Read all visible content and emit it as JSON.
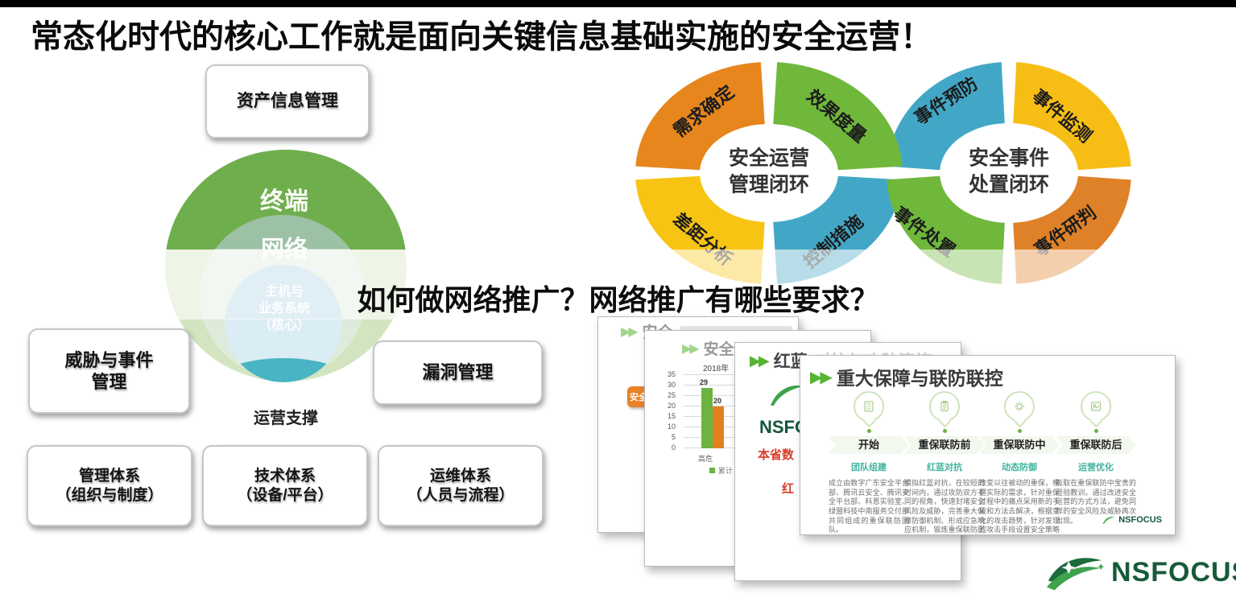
{
  "glyphs": {
    "chevrons": "▶▶"
  },
  "header": {
    "title": "常态化时代的核心工作就是面向关键信息基础实施的安全运营！"
  },
  "overlay": {
    "headline": "如何做网络推广？网络推广有哪些要求？"
  },
  "left_diagram": {
    "asset_box": "资产信息管理",
    "ring_labels": {
      "outer": "终端",
      "middle": "网络",
      "inner": [
        "主机与",
        "业务系统",
        "（核心）"
      ]
    },
    "colors": {
      "outer": "#6FAE4C",
      "outer_faded": "#D2E5C0",
      "middle": "#9CC1A4",
      "middle_faded": "#DEEBDA",
      "inner": "#ADD2E5",
      "inner_faded": "#DAECF4",
      "inner_accent": "#49B4C3"
    },
    "threat_box": [
      "威胁与事件",
      "管理"
    ],
    "vuln_box": "漏洞管理",
    "support_label": "运营支撑",
    "bottom_boxes": [
      [
        "管理体系",
        "（组织与制度）"
      ],
      [
        "技术体系",
        "（设备/平台）"
      ],
      [
        "运维体系",
        "（人员与流程）"
      ]
    ]
  },
  "donuts": [
    {
      "center": [
        "安全运营",
        "管理闭环"
      ],
      "segments": [
        {
          "quadrant": "tl",
          "label": "需求确定",
          "color": "#E6861C"
        },
        {
          "quadrant": "tr",
          "label": "效果度量",
          "color": "#70B83C"
        },
        {
          "quadrant": "bl",
          "label": "差距分析",
          "color": "#F7C413"
        },
        {
          "quadrant": "br",
          "label": "控制措施",
          "color": "#42A7C6"
        }
      ]
    },
    {
      "center": [
        "安全事件",
        "处置闭环"
      ],
      "segments": [
        {
          "quadrant": "tl",
          "label": "事件预防",
          "color": "#42A7C6"
        },
        {
          "quadrant": "tr",
          "label": "事件监测",
          "color": "#F6BE15"
        },
        {
          "quadrant": "bl",
          "label": "事件处置",
          "color": "#70B83C"
        },
        {
          "quadrant": "br",
          "label": "事件研判",
          "color": "#DF8128"
        }
      ]
    }
  ],
  "cards": [
    {
      "title_visible": "安全",
      "button_label": "安全评估"
    },
    {
      "title_visible": "安全",
      "chart": {
        "type": "bar",
        "title": "2018年",
        "ymax": 35,
        "yticks": [
          "35",
          "30",
          "25",
          "20",
          "15",
          "10",
          "5",
          "0"
        ],
        "bars": [
          {
            "label": "29",
            "value": 29,
            "color": "#6CB33F"
          },
          {
            "label": "20",
            "value": 20,
            "color": "#E2801F"
          }
        ],
        "category": "高危",
        "legend": "累计"
      }
    },
    {
      "title_visible": "红蓝",
      "title_faded": "对抗与攻防演练",
      "partial_logo": "NSFOCUS",
      "red_line_1": "本省数",
      "red_line_2": "红"
    },
    {
      "title": "重大保障与联防联控",
      "stages": [
        {
          "name": "开始",
          "tag": "团队组建",
          "icon": "building-icon",
          "desc": "成立由数字广东安全平台部、腾讯云安全、腾讯安全平台部、科恩实验室、绿盟科技中南服务交付部共同组成的重保联防团队。"
        },
        {
          "name": "重保联防前",
          "tag": "红蓝对抗",
          "icon": "clipboard-icon",
          "desc": "模拟红蓝对抗，在较短的时间内，通过攻防双方不同的视角，快速封堵安全风险及威胁，完善重大保障防御机制、形成应急响应机制，锻炼重保联防团队。"
        },
        {
          "name": "重保联防中",
          "tag": "动态防御",
          "icon": "gear-icon",
          "desc": "改变以往被动的重保，根据实际的需求，针对重保过程中的痛点采用新的手段和方法去解决，根据变化的攻击趋势，针对发现的攻击手段设置安全策略来进行防御。"
        },
        {
          "name": "重保联防后",
          "tag": "运营优化",
          "icon": "chart-icon",
          "desc": "吸取在重保联防中宝贵的经验教训，通过改进安全运营的方式方法，避免同样的安全风险及威胁再次出现。"
        }
      ],
      "footer_logo": "NSFOCUS"
    }
  ],
  "logo": {
    "text": "NSFOCUS"
  }
}
